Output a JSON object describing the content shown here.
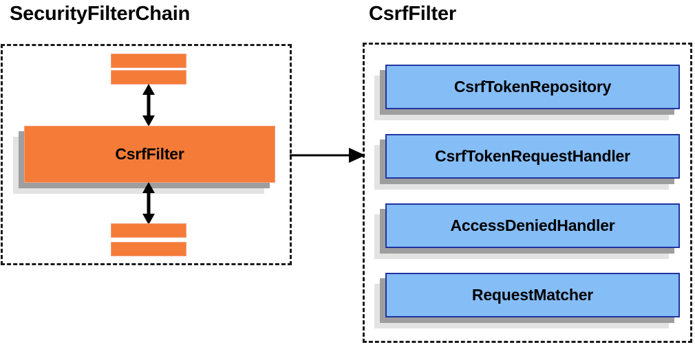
{
  "diagram": {
    "type": "architecture-component-diagram",
    "background_color": "#ffffff",
    "panels": [
      {
        "id": "security-filter-chain",
        "title": "SecurityFilterChain",
        "border_style": "dashed",
        "border_color": "#1a1a1a",
        "accent_color": "#f57c38"
      },
      {
        "id": "csrf-filter",
        "title": "CsrfFilter",
        "border_style": "dashed",
        "border_color": "#1a1a1a",
        "accent_color": "#85bdf7"
      }
    ]
  },
  "left_panel": {
    "title": "SecurityFilterChain",
    "top_bars": [
      {
        "label": "",
        "name": "filter-bar-top-1"
      },
      {
        "label": "",
        "name": "filter-bar-top-2"
      }
    ],
    "center_box": {
      "label": "CsrfFilter",
      "fill": "#f57c38",
      "shadow_dark": "#9e9e9e",
      "shadow_light": "#e3e3e3"
    },
    "bottom_bars": [
      {
        "label": "",
        "name": "filter-bar-bottom-1"
      },
      {
        "label": "",
        "name": "filter-bar-bottom-2"
      }
    ],
    "arrows": [
      {
        "name": "arrow-up-down-top",
        "direction": "bidirectional-vertical"
      },
      {
        "name": "arrow-up-down-bottom",
        "direction": "bidirectional-vertical"
      }
    ]
  },
  "connector": {
    "name": "arrow-left-to-right",
    "direction": "right",
    "color": "#000000"
  },
  "right_panel": {
    "title": "CsrfFilter",
    "components": [
      {
        "label": "CsrfTokenRepository",
        "fill": "#85bdf7",
        "border": "#1f35a0"
      },
      {
        "label": "CsrfTokenRequestHandler",
        "fill": "#85bdf7",
        "border": "#1f35a0"
      },
      {
        "label": "AccessDeniedHandler",
        "fill": "#85bdf7",
        "border": "#1f35a0"
      },
      {
        "label": "RequestMatcher",
        "fill": "#85bdf7",
        "border": "#1f35a0"
      }
    ]
  },
  "colors": {
    "orange": "#f57c38",
    "orange_border": "#f2a080",
    "blue": "#85bdf7",
    "blue_border": "#1f35a0",
    "shadow_dark": "#9e9e9e",
    "shadow_light": "#e3e3e3",
    "outline": "#1a1a1a",
    "text": "#000000"
  }
}
